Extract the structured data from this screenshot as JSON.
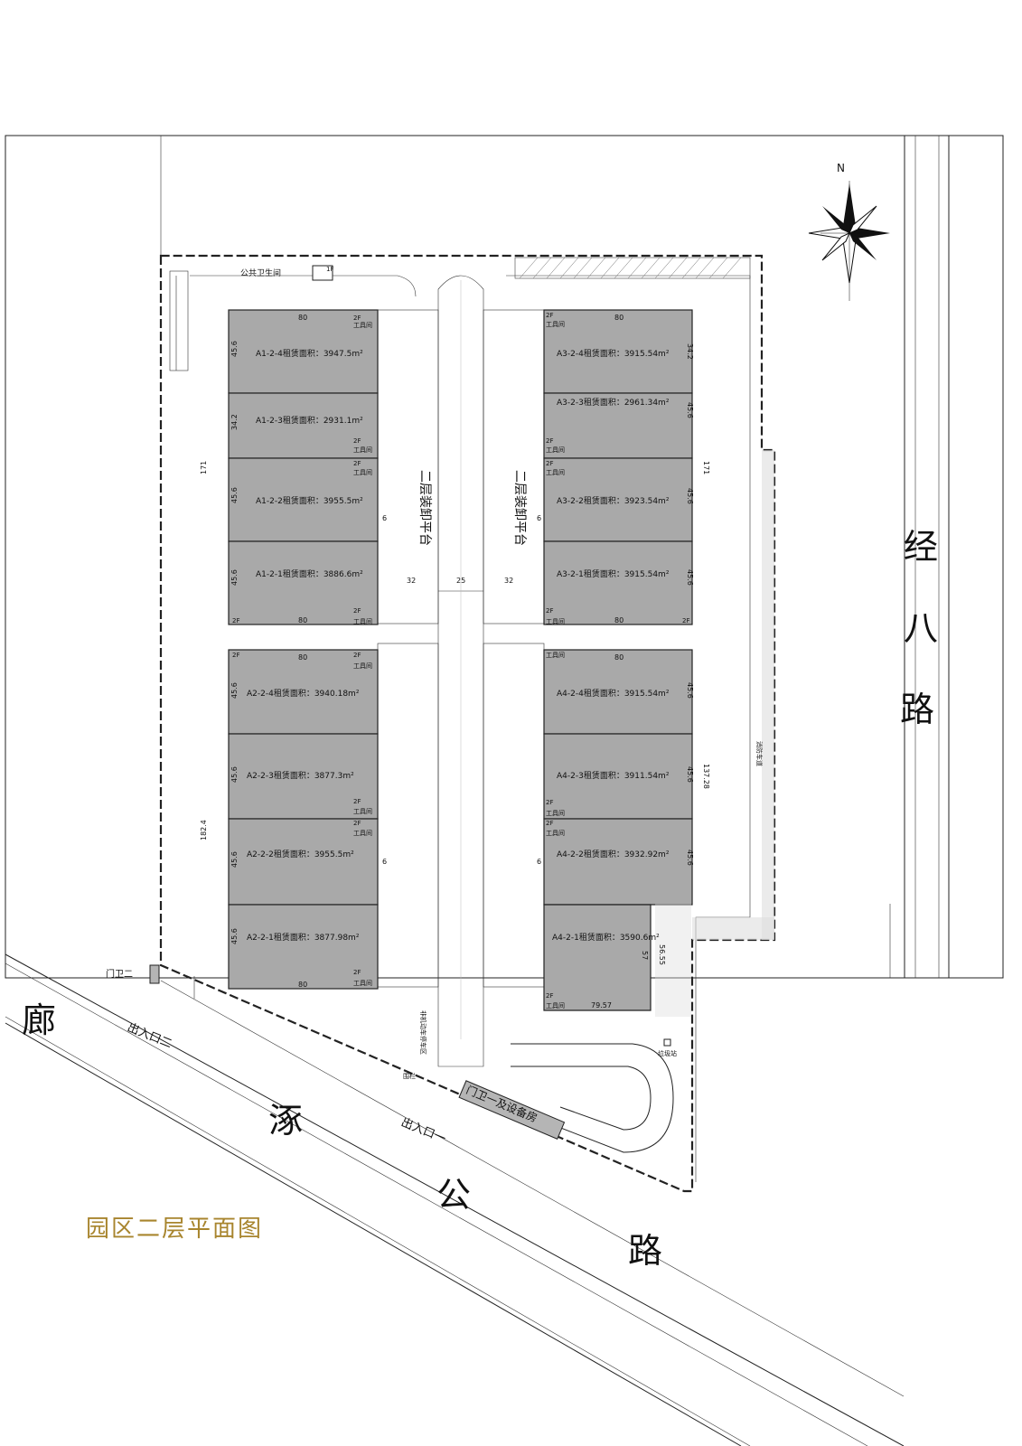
{
  "title": "园区二层平面图",
  "north": "N",
  "roads": {
    "east": [
      "经",
      "八",
      "路"
    ],
    "south": [
      "廊",
      "涿",
      "公",
      "路"
    ]
  },
  "labels": {
    "toilet": "公共卫生间",
    "toilet_floor": "1F",
    "platform_left": "二层装卸平台",
    "platform_right": "二层装卸平台",
    "gate2": "门卫二",
    "entrance2": "出入口二",
    "entrance1": "出入口一",
    "gate1": "门卫一及设备房",
    "bike_parking": "非机动车停车区",
    "railing": "围栏",
    "garbage": "垃圾站",
    "fire_lane": "消防车道",
    "tool_room": "工具间",
    "floor_2f": "2F"
  },
  "units": [
    {
      "id": "A1-2-4",
      "label": "A1-2-4租赁面积：3947.5m²"
    },
    {
      "id": "A1-2-3",
      "label": "A1-2-3租赁面积：2931.1m²"
    },
    {
      "id": "A1-2-2",
      "label": "A1-2-2租赁面积：3955.5m²"
    },
    {
      "id": "A1-2-1",
      "label": "A1-2-1租赁面积：3886.6m²"
    },
    {
      "id": "A2-2-4",
      "label": "A2-2-4租赁面积：3940.18m²"
    },
    {
      "id": "A2-2-3",
      "label": "A2-2-3租赁面积：3877.3m²"
    },
    {
      "id": "A2-2-2",
      "label": "A2-2-2租赁面积：3955.5m²"
    },
    {
      "id": "A2-2-1",
      "label": "A2-2-1租赁面积：3877.98m²"
    },
    {
      "id": "A3-2-4",
      "label": "A3-2-4租赁面积：3915.54m²"
    },
    {
      "id": "A3-2-3",
      "label": "A3-2-3租赁面积：2961.34m²"
    },
    {
      "id": "A3-2-2",
      "label": "A3-2-2租赁面积：3923.54m²"
    },
    {
      "id": "A3-2-1",
      "label": "A3-2-1租赁面积：3915.54m²"
    },
    {
      "id": "A4-2-4",
      "label": "A4-2-4租赁面积：3915.54m²"
    },
    {
      "id": "A4-2-3",
      "label": "A4-2-3租赁面积：3911.54m²"
    },
    {
      "id": "A4-2-2",
      "label": "A4-2-2租赁面积：3932.92m²"
    },
    {
      "id": "A4-2-1",
      "label": "A4-2-1租赁面积：3590.6m²"
    }
  ],
  "dimensions": {
    "width_80": "80",
    "h_45_6": "45.6",
    "h_34_2": "34.2",
    "left_top": "171",
    "right_top": "171",
    "left_bottom": "182.4",
    "right_bottom": "137.28",
    "platform_32a": "32",
    "lane_25": "25",
    "platform_32b": "32",
    "gap_6": "6",
    "a4_h": "57",
    "a4_h2": "56.55",
    "a4_w": "79.57"
  }
}
